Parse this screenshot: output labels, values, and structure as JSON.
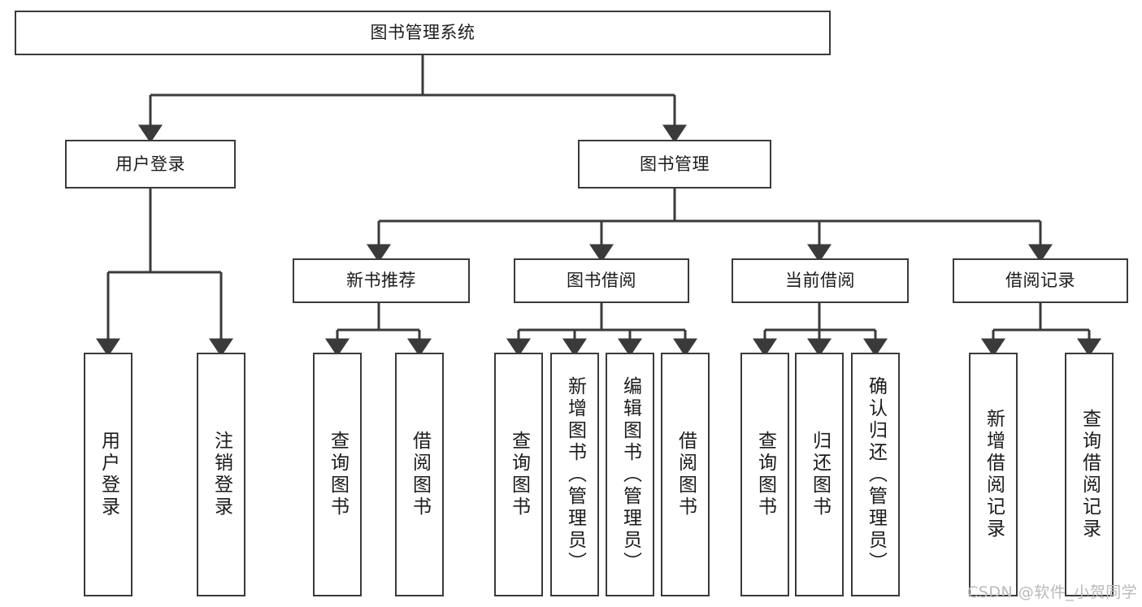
{
  "diagram": {
    "title": "图书管理系统",
    "type": "hierarchy-tree",
    "watermark": "CSDN @软件_小贺同学",
    "colors": {
      "stroke": "#3a3a3a",
      "fill": "#ffffff",
      "text": "#1b1b1b",
      "watermark": "#b9b9b9"
    },
    "nodes": {
      "root": {
        "label": "图书管理系统"
      },
      "level1": [
        {
          "label": "用户登录"
        },
        {
          "label": "图书管理"
        }
      ],
      "level2": [
        {
          "label": "新书推荐"
        },
        {
          "label": "图书借阅"
        },
        {
          "label": "当前借阅"
        },
        {
          "label": "借阅记录"
        }
      ],
      "leaves_user_login": [
        {
          "label": "用户登录"
        },
        {
          "label": "注销登录"
        }
      ],
      "leaves_new_book": [
        {
          "label": "查询图书"
        },
        {
          "label": "借阅图书"
        }
      ],
      "leaves_borrow": [
        {
          "label": "查询图书"
        },
        {
          "label": "新增图书（管理员）"
        },
        {
          "label": "编辑图书（管理员）"
        },
        {
          "label": "借阅图书"
        }
      ],
      "leaves_current": [
        {
          "label": "查询图书"
        },
        {
          "label": "归还图书"
        },
        {
          "label": "确认归还（管理员）"
        }
      ],
      "leaves_records": [
        {
          "label": "新增借阅记录"
        },
        {
          "label": "查询借阅记录"
        }
      ]
    }
  }
}
